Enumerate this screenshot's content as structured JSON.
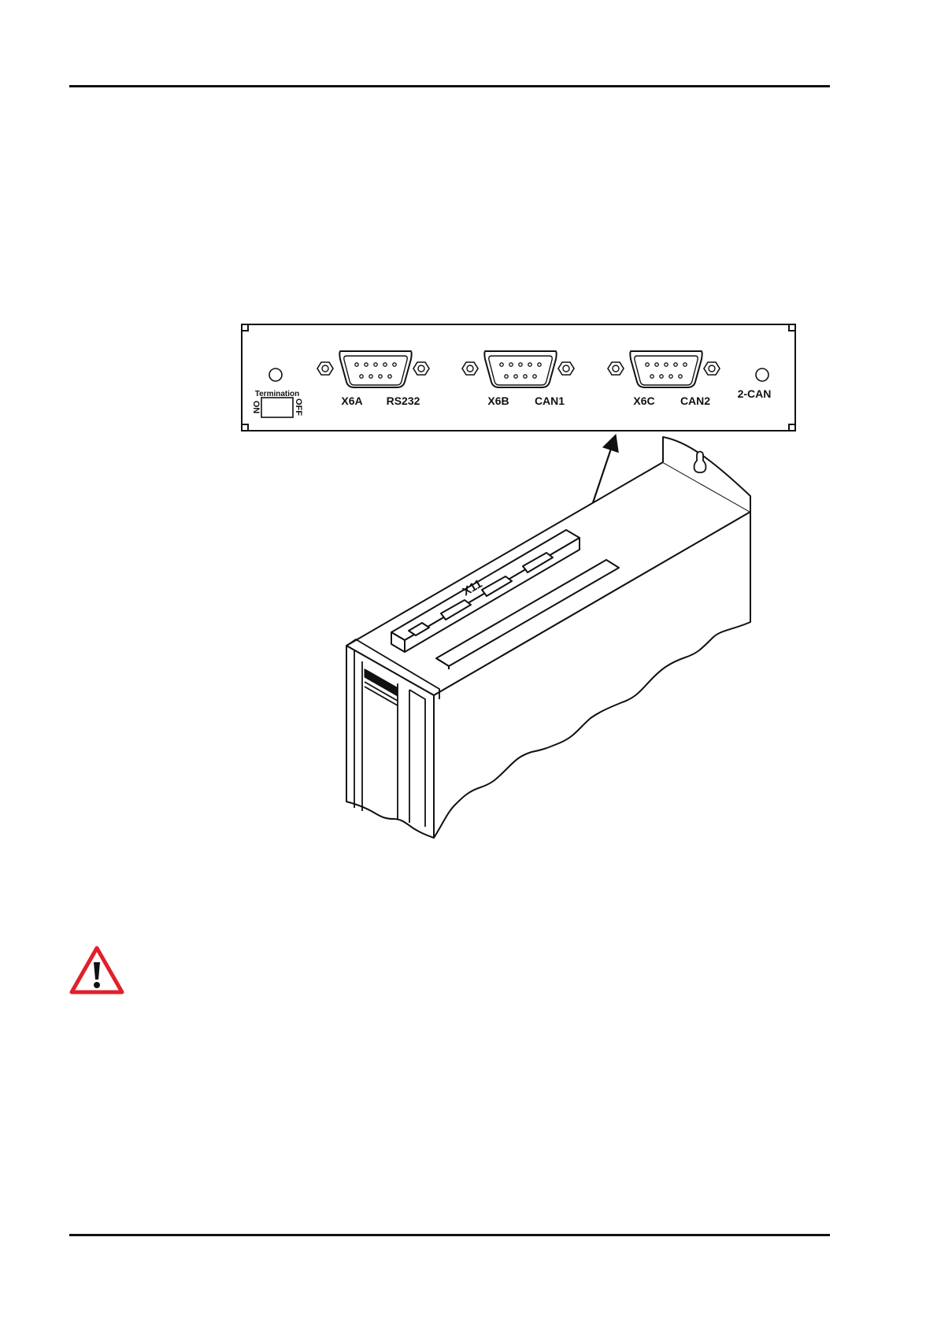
{
  "panel": {
    "termination_label": "Termination",
    "switch_on": "ON",
    "switch_off": "OFF",
    "connectors": [
      {
        "id": "X6A",
        "function": "RS232"
      },
      {
        "id": "X6B",
        "function": "CAN1"
      },
      {
        "id": "X6C",
        "function": "CAN2"
      }
    ],
    "led_label": "2-CAN"
  },
  "device": {
    "slot_label": "X11"
  },
  "warning": {
    "icon": "warning-triangle-icon",
    "color": "#e2202b"
  }
}
